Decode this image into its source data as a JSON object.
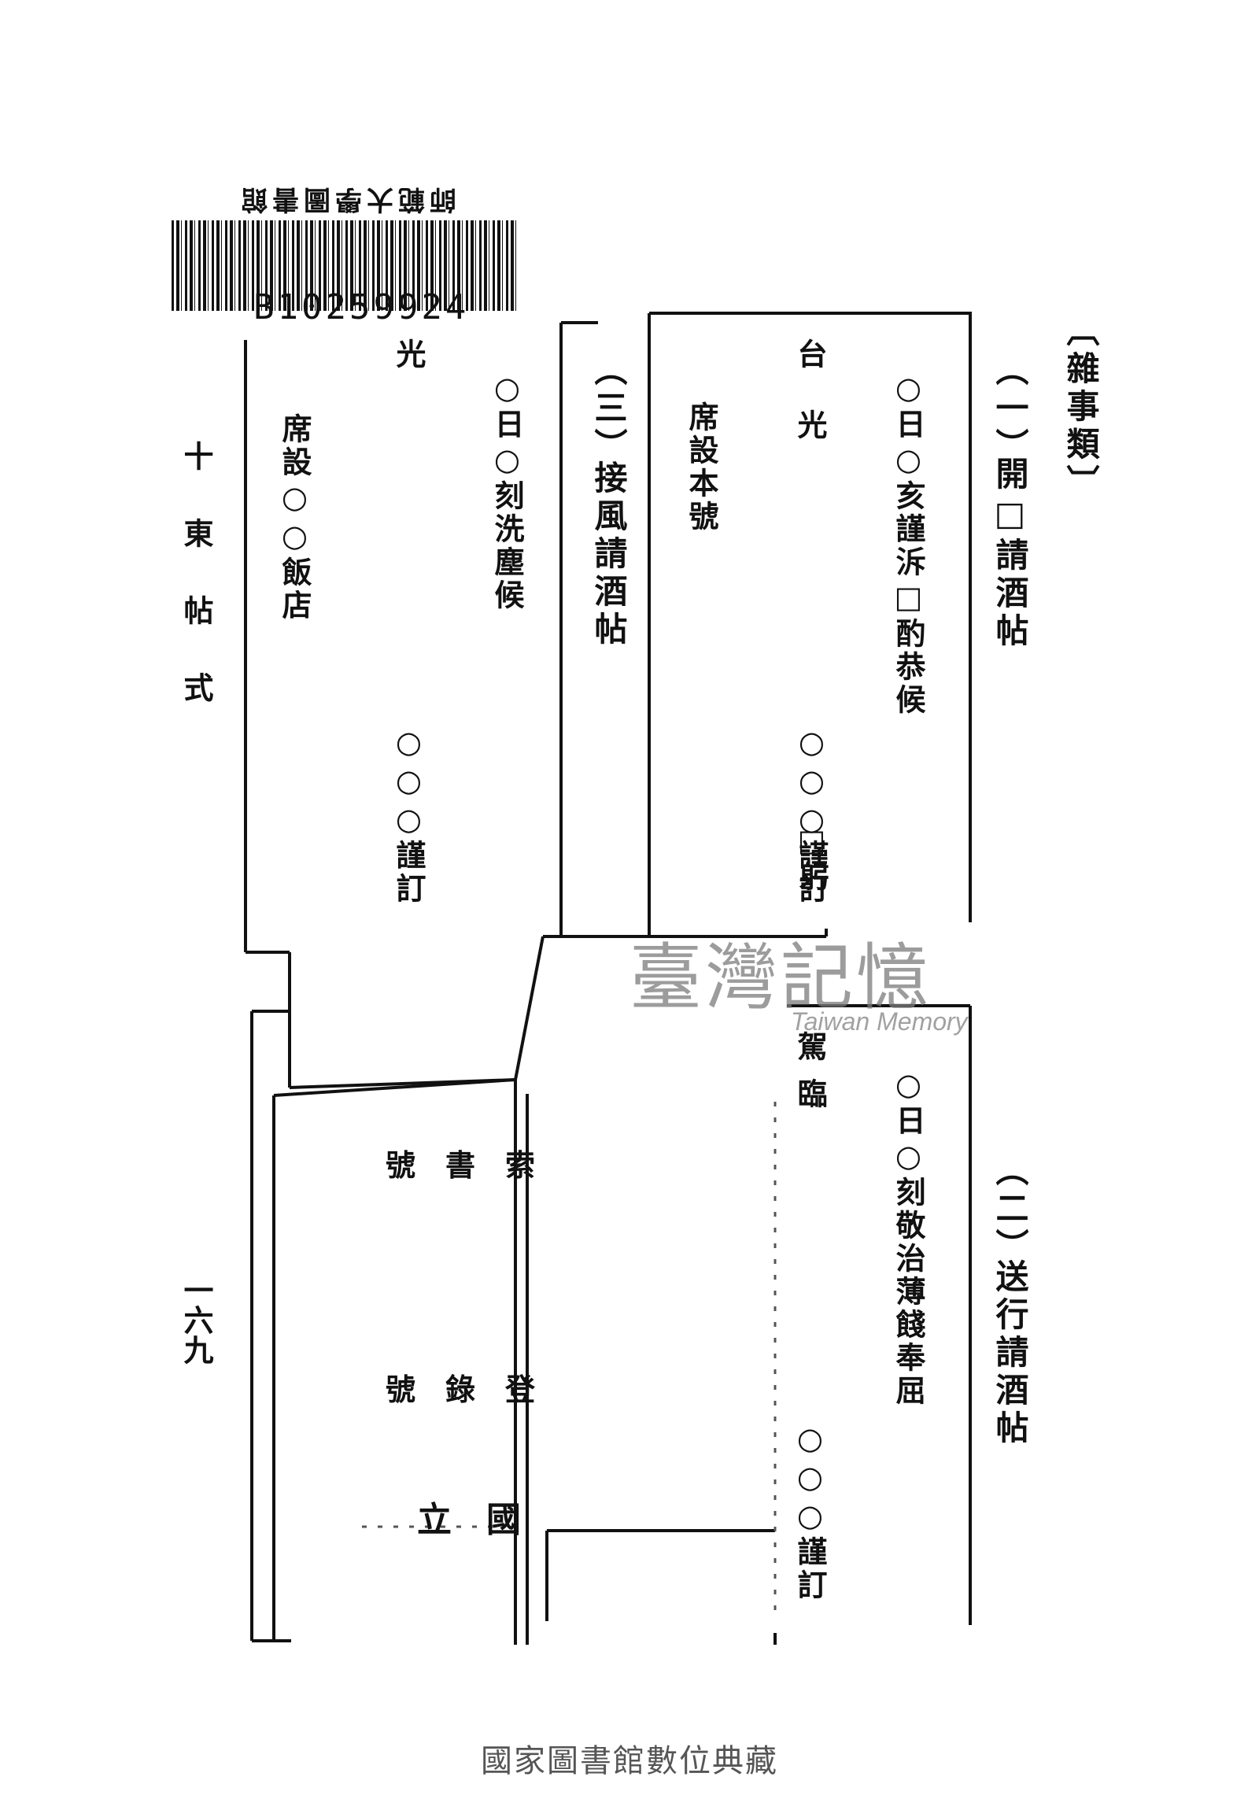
{
  "library_stamp": "師範大學圖書館",
  "barcode_number": "B10259924",
  "section_header": "〔雜事類〕",
  "left_margin": {
    "title": "十東帖式",
    "page_number": "一六九"
  },
  "card_one": {
    "number": "（一）",
    "title": "開□請酒帖",
    "body": "○日○亥謹泝□酌恭候",
    "sender": "○○○謹訂",
    "sender_note": "□躬",
    "venue_top": "台",
    "venue_mid": "光",
    "venue": "席設本號"
  },
  "card_two": {
    "number": "（二）",
    "title": "送行請酒帖",
    "body": "○日○刻敬治薄餞奉屈",
    "sender": "○○○謹訂",
    "arrive": "駕臨"
  },
  "card_three": {
    "number": "（三）",
    "title": "接風請酒帖",
    "body": "○日○刻洗塵候",
    "sender": "○○○謹訂",
    "venue_top": "光",
    "venue": "席設○○飯店"
  },
  "registry": {
    "line1": "索書號",
    "line2": "登錄號",
    "line3": "國立"
  },
  "watermark": {
    "main": "臺灣記憶",
    "sub": "Taiwan Memory"
  },
  "footer": "國家圖書館數位典藏"
}
